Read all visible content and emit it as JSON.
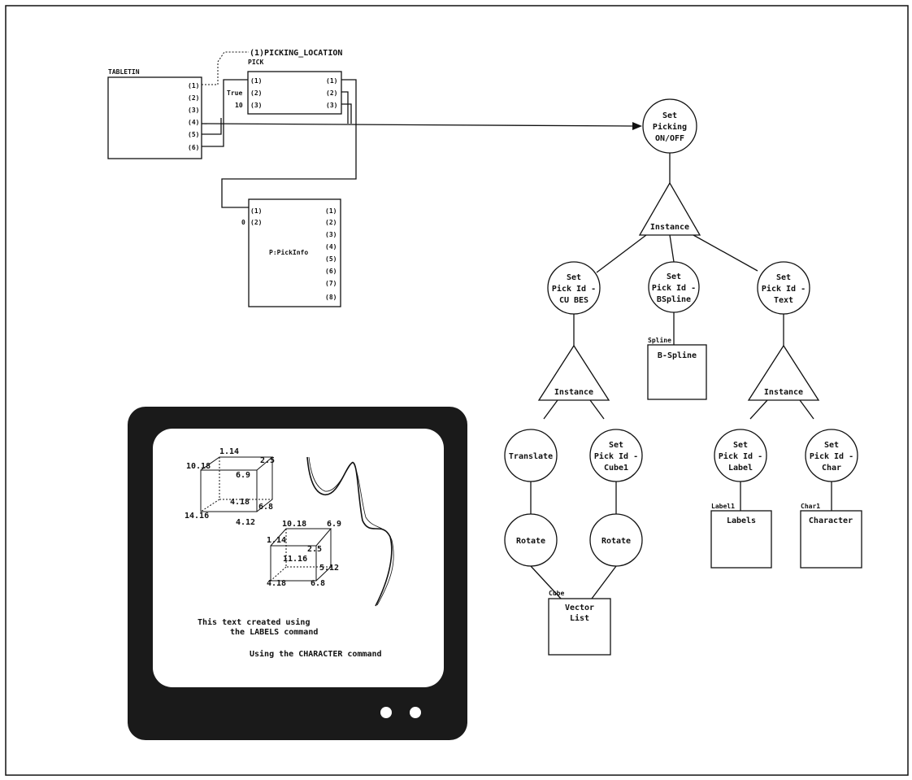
{
  "network": {
    "tabletin": {
      "title": "TABLETIN",
      "ports": [
        "(1)",
        "(2)",
        "(3)",
        "(4)",
        "(5)",
        "(6)"
      ]
    },
    "pick": {
      "title": "PICK",
      "in_ports": [
        "(1)",
        "(2)",
        "(3)"
      ],
      "out_ports": [
        "(1)",
        "(2)",
        "(3)"
      ],
      "const_true": "True",
      "const_num": "10"
    },
    "picking_location": "(1)PICKING_LOCATION",
    "pickinfo": {
      "title": "P:PickInfo",
      "in_ports": [
        "(1)",
        "(2)"
      ],
      "out_ports": [
        "(1)",
        "(2)",
        "(3)",
        "(4)",
        "(5)",
        "(6)",
        "(7)",
        "(8)"
      ],
      "const_val": "0"
    }
  },
  "tree": {
    "root": [
      "Set",
      "Picking",
      "ON/OFF"
    ],
    "instance_top": "Instance",
    "pick_cubes": [
      "Set",
      "Pick Id -",
      "CU BES"
    ],
    "pick_bspline": [
      "Set",
      "Pick Id -",
      "BSpline"
    ],
    "pick_text": [
      "Set",
      "Pick Id -",
      "Text"
    ],
    "spline_tag": "Spline",
    "bspline_box": "B-Spline",
    "instance_left": "Instance",
    "instance_right": "Instance",
    "translate": "Translate",
    "pick_cube1": [
      "Set",
      "Pick Id -",
      "Cube1"
    ],
    "pick_label": [
      "Set",
      "Pick Id -",
      "Label"
    ],
    "pick_char": [
      "Set",
      "Pick Id -",
      "Char"
    ],
    "rotate_left": "Rotate",
    "rotate_right": "Rotate",
    "cube_tag": "Cube",
    "vector_list": [
      "Vector",
      "List"
    ],
    "label1_tag": "Label1",
    "labels_box": "Labels",
    "char1_tag": "Char1",
    "character_box": "Character"
  },
  "screen": {
    "cube1_labels": [
      "1.14",
      "2.5",
      "10.18",
      "6.9",
      "4.18",
      "6.8",
      "14.16",
      "4.12"
    ],
    "cube2_labels": [
      "10.18",
      "6.9",
      "1.14",
      "2.5",
      "11.16",
      "5.12",
      "4.18",
      "6.8"
    ],
    "labels_text": [
      "This text created using",
      "the LABELS command"
    ],
    "character_text": "Using the CHARACTER command"
  }
}
